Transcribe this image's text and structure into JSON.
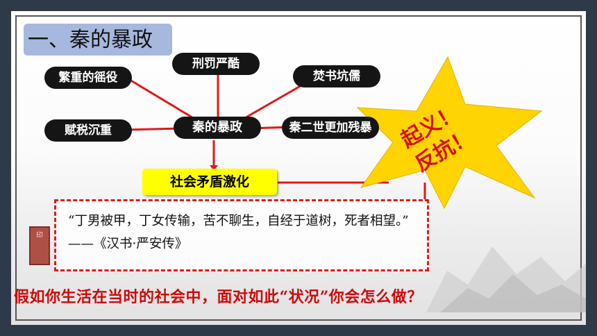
{
  "title": "一、秦的暴政",
  "center": "秦的暴政",
  "nodes": {
    "top": "刑罚严酷",
    "top_left": "繁重的徭役",
    "left": "赋税沉重",
    "top_right": "焚书坑儒",
    "right": "秦二世更加残暴"
  },
  "result": "社会矛盾激化",
  "burst": {
    "line1": "起义！",
    "line2": "反抗！",
    "color": "#ffd400"
  },
  "quote": "“丁男被甲，丁女传输，苦不聊生，自经于道树，死者相望。” ——《汉书·严安传》",
  "seal_text": "印",
  "question": "假如你生活在当时的社会中，面对如此“状况”你会怎么做？",
  "colors": {
    "line": "#e01818",
    "node_bg": "#151515",
    "title_bg": "#a7b8de",
    "highlight": "#ffff00",
    "question": "#d10808"
  }
}
